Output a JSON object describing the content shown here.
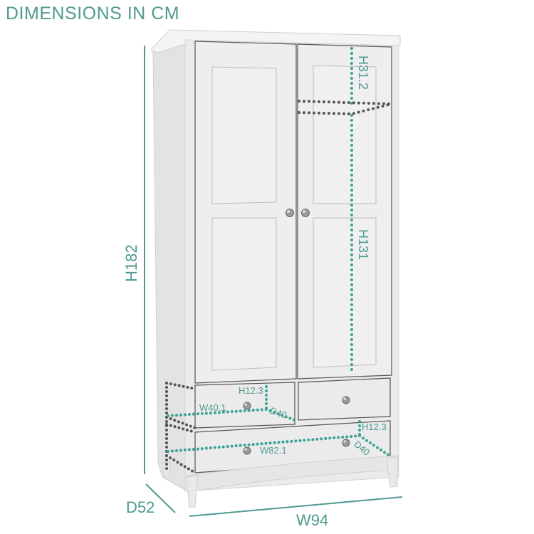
{
  "title": "DIMENSIONS IN CM",
  "colors": {
    "accent": "#4f9a90",
    "dots_dark": "#555555",
    "dots_teal": "#3aa295",
    "body": "#e8e8e8",
    "panel": "#ececec",
    "outline": "#555555"
  },
  "dimensions": {
    "overall_height": "H182",
    "overall_width": "W94",
    "overall_depth": "D52",
    "upper_shelf_height": "H31.2",
    "hanging_height": "H131",
    "small_drawer_height": "H12.3",
    "small_drawer_width": "W40.1",
    "small_drawer_depth": "D40",
    "large_drawer_height": "H12.3",
    "large_drawer_width": "W82.1",
    "large_drawer_depth": "D40"
  },
  "product": {
    "doors": 2,
    "small_drawers": 2,
    "large_drawers": 1,
    "handles": 6
  }
}
